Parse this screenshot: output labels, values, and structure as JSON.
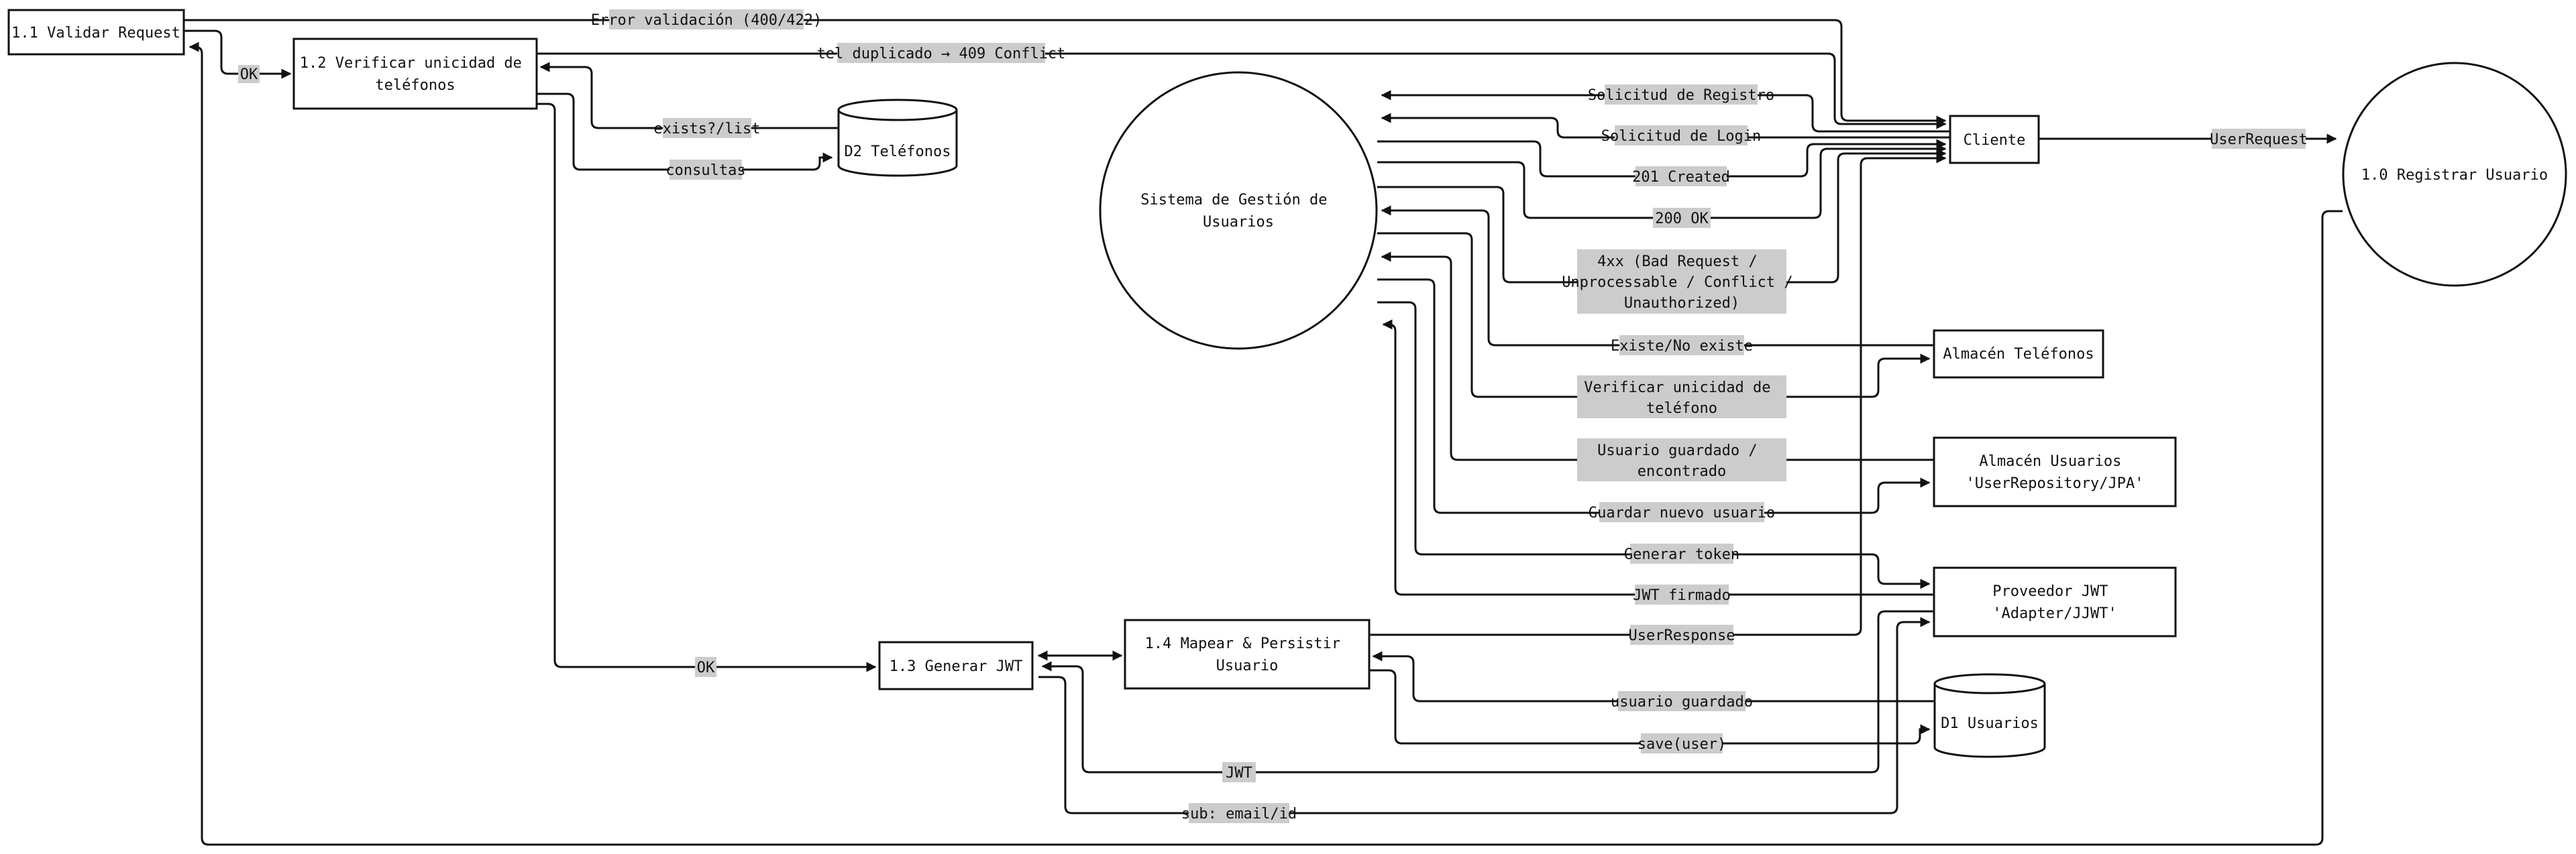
{
  "nodes": {
    "validar": "1.1 Validar Request",
    "verificar": [
      "1.2 Verificar unicidad de",
      "teléfonos"
    ],
    "d2": "D2 Teléfonos",
    "sistema": [
      "Sistema de Gestión de",
      "Usuarios"
    ],
    "cliente": "Cliente",
    "registrar": "1.0 Registrar Usuario",
    "almacen_tel": "Almacén Teléfonos",
    "almacen_usr": [
      "Almacén Usuarios",
      "'UserRepository/JPA'"
    ],
    "jwt_prov": [
      "Proveedor JWT",
      "'Adapter/JJWT'"
    ],
    "generar_jwt": "1.3 Generar JWT",
    "mapear": [
      "1.4 Mapear & Persistir",
      "Usuario"
    ],
    "d1": "D1 Usuarios"
  },
  "edges": {
    "err_validacion": "Error validación (400/422)",
    "ok1": "OK",
    "tel_dup": "tel duplicado → 409 Conflict",
    "exists": "exists?/list",
    "consultas": "consultas",
    "sol_registro": "Solicitud de Registro",
    "sol_login": "Solicitud de Login",
    "created": "201 Created",
    "ok200": "200 OK",
    "err4xx": [
      "4xx (Bad Request /",
      "Unprocessable / Conflict /",
      "Unauthorized)"
    ],
    "existe": "Existe/No existe",
    "verif_tel": [
      "Verificar unicidad de",
      "teléfono"
    ],
    "usr_guardado": [
      "Usuario guardado /",
      "encontrado"
    ],
    "guardar_nuevo": "Guardar nuevo usuario",
    "generar_token": "Generar token",
    "jwt_firmado": "JWT firmado",
    "user_response": "UserResponse",
    "ok2": "OK",
    "usuario_guardado": "usuario guardado",
    "save_user": "save(user)",
    "jwt": "JWT",
    "sub": "sub: email/id",
    "user_request": "UserRequest"
  }
}
